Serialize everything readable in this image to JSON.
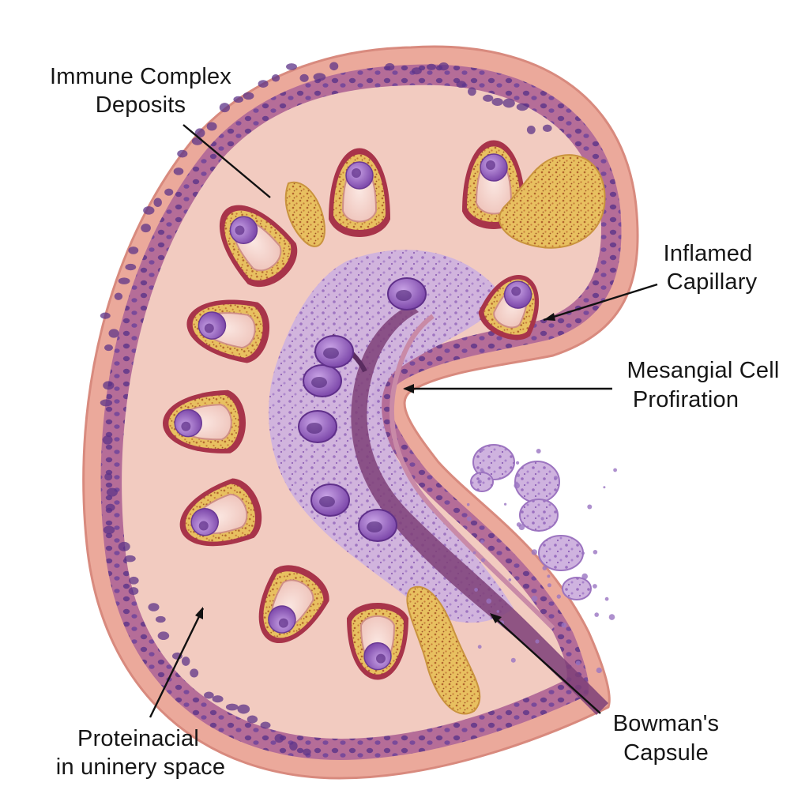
{
  "labels": {
    "immune_complex": [
      "Immune Complex",
      "Deposits"
    ],
    "inflamed_capillary": [
      "Inflamed",
      "Capillary"
    ],
    "mesangial": [
      "Mesangial Cell",
      "Profiration"
    ],
    "proteinacial": [
      "Proteinacial",
      "in uninery space"
    ],
    "bowman": [
      "Bowman's",
      "Capsule"
    ]
  },
  "colors": {
    "capsule_outer": "#e9a79a",
    "capsule_wall": "#8a4f8f",
    "parietal_band": "#b87196",
    "inner_pink": "#f0c8bd",
    "capillary_rim": "#b33d4f",
    "capillary_lumen": "#f6d6d0",
    "deposit_yellow": "#e4b94f",
    "nucleus": "#8a56b7",
    "mesangium": "#c8a6d6",
    "stalk": "#6e3a72"
  }
}
